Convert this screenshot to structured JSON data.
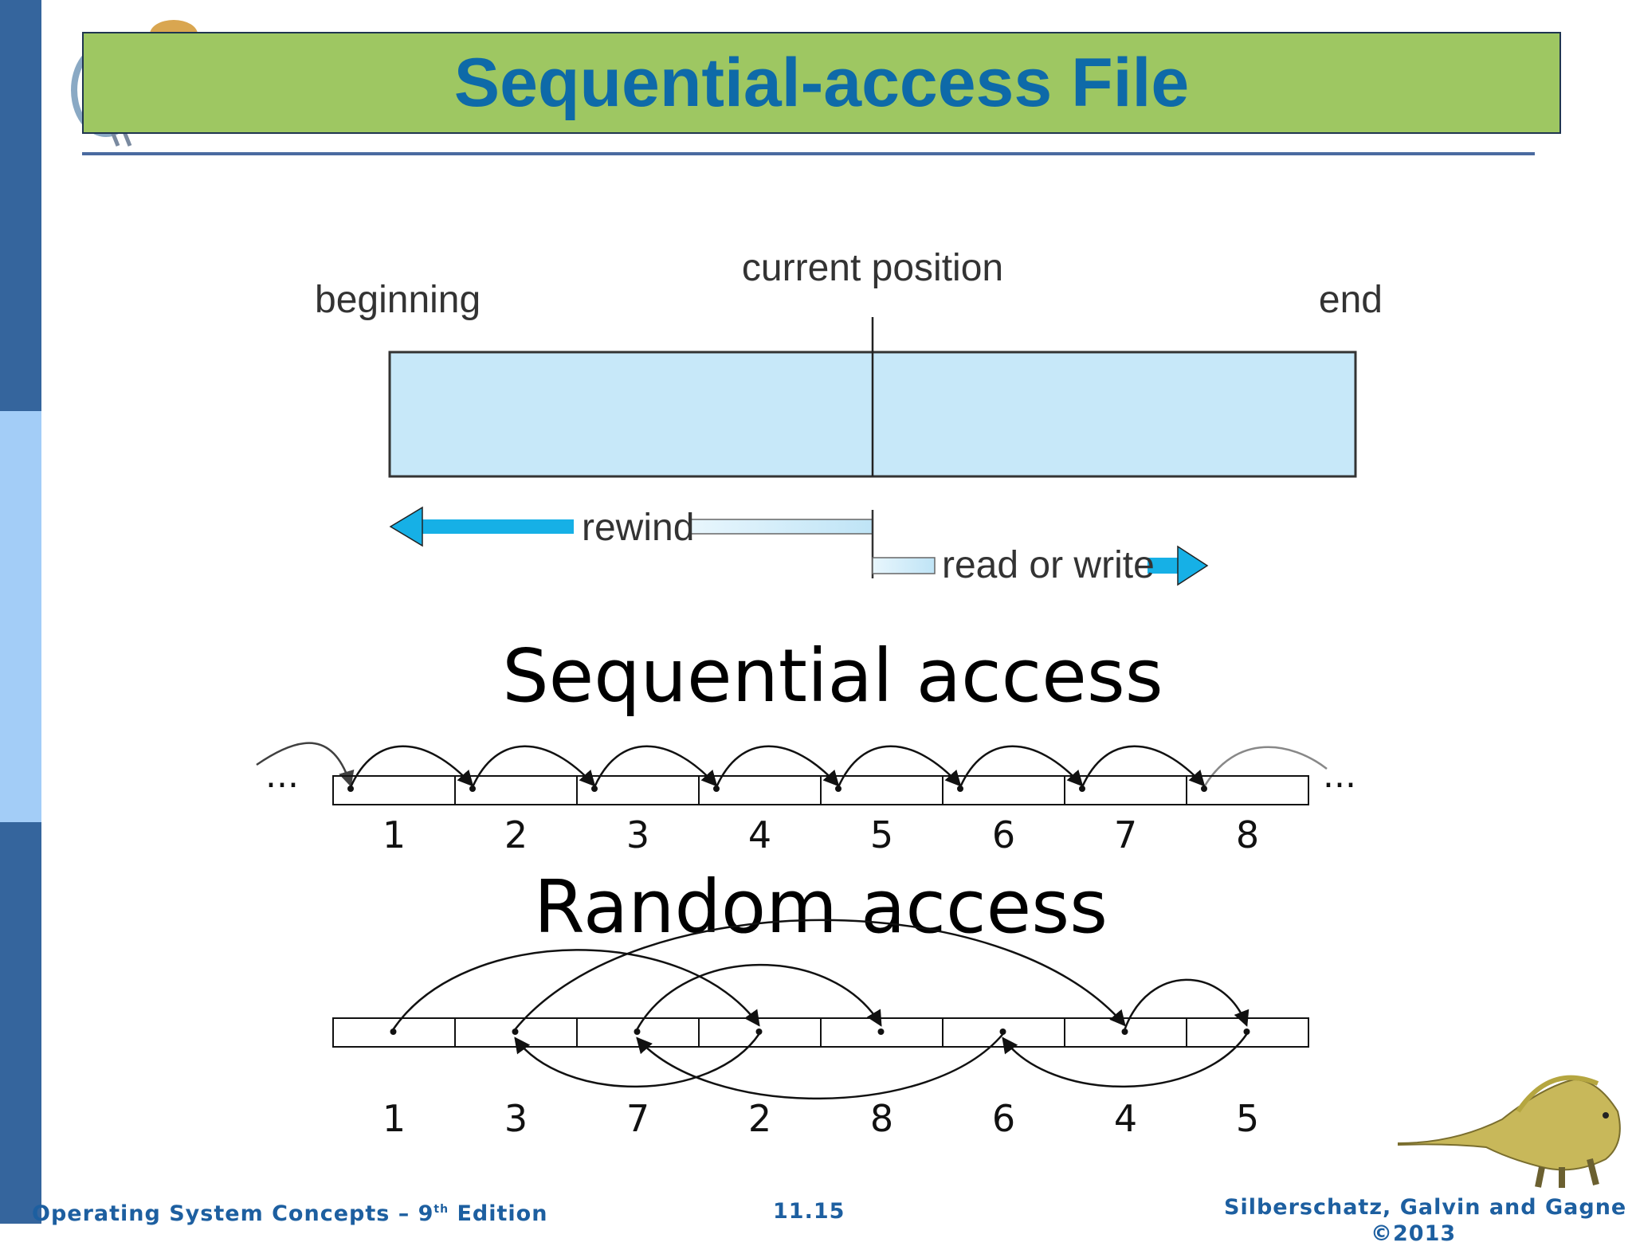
{
  "slide": {
    "title": "Sequential-access File",
    "colors": {
      "sidebar_dark": "#35659d",
      "sidebar_light": "#a3cdf7",
      "title_bg": "#9ec762",
      "title_text": "#0e6aa8",
      "rule": "#4a6aa0",
      "bar_fill": "#c7e8f9",
      "arrow": "#16b0e6",
      "footer_text": "#1d5fa0"
    }
  },
  "file_diagram": {
    "beginning_label": "beginning",
    "current_label": "current position",
    "end_label": "end",
    "rewind_label": "rewind",
    "readwrite_label": "read or write"
  },
  "sequential": {
    "heading": "Sequential access",
    "ellipsis_left": "...",
    "ellipsis_right": "...",
    "cells": [
      "1",
      "2",
      "3",
      "4",
      "5",
      "6",
      "7",
      "8"
    ]
  },
  "random": {
    "heading": "Random access",
    "cells": [
      "1",
      "3",
      "7",
      "2",
      "8",
      "6",
      "4",
      "5"
    ]
  },
  "footer": {
    "left_prefix": "Operating System Concepts – 9",
    "left_sup": "th",
    "left_suffix": " Edition",
    "center": "11.15",
    "right_line1": "Silberschatz, Galvin and Gagne",
    "right_line2": "©2013"
  }
}
